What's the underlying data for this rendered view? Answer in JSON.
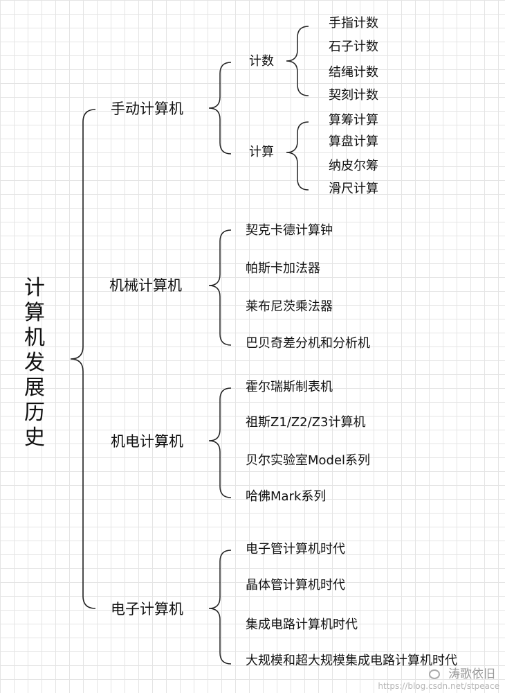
{
  "root": {
    "title": "计算机发展历史"
  },
  "branches": [
    {
      "label": "手动计算机",
      "groups": [
        {
          "label": "计数",
          "items": [
            "手指计数",
            "石子计数",
            "结绳计数",
            "契刻计数"
          ]
        },
        {
          "label": "计算",
          "items": [
            "算筹计算",
            "算盘计算",
            "纳皮尔筹",
            "滑尺计算"
          ]
        }
      ]
    },
    {
      "label": "机械计算机",
      "items": [
        "契克卡德计算钟",
        "帕斯卡加法器",
        "莱布尼茨乘法器",
        "巴贝奇差分机和分析机"
      ]
    },
    {
      "label": "机电计算机",
      "items": [
        "霍尔瑞斯制表机",
        "祖斯Z1/Z2/Z3计算机",
        "贝尔实验室Model系列",
        "哈佛Mark系列"
      ]
    },
    {
      "label": "电子计算机",
      "items": [
        "电子管计算机时代",
        "晶体管计算机时代",
        "集成电路计算机时代",
        "大规模和超大规模集成电路计算机时代"
      ]
    }
  ],
  "watermark": {
    "name": "涛歌依旧",
    "url": "https://blog.csdn.net/stpeace"
  }
}
